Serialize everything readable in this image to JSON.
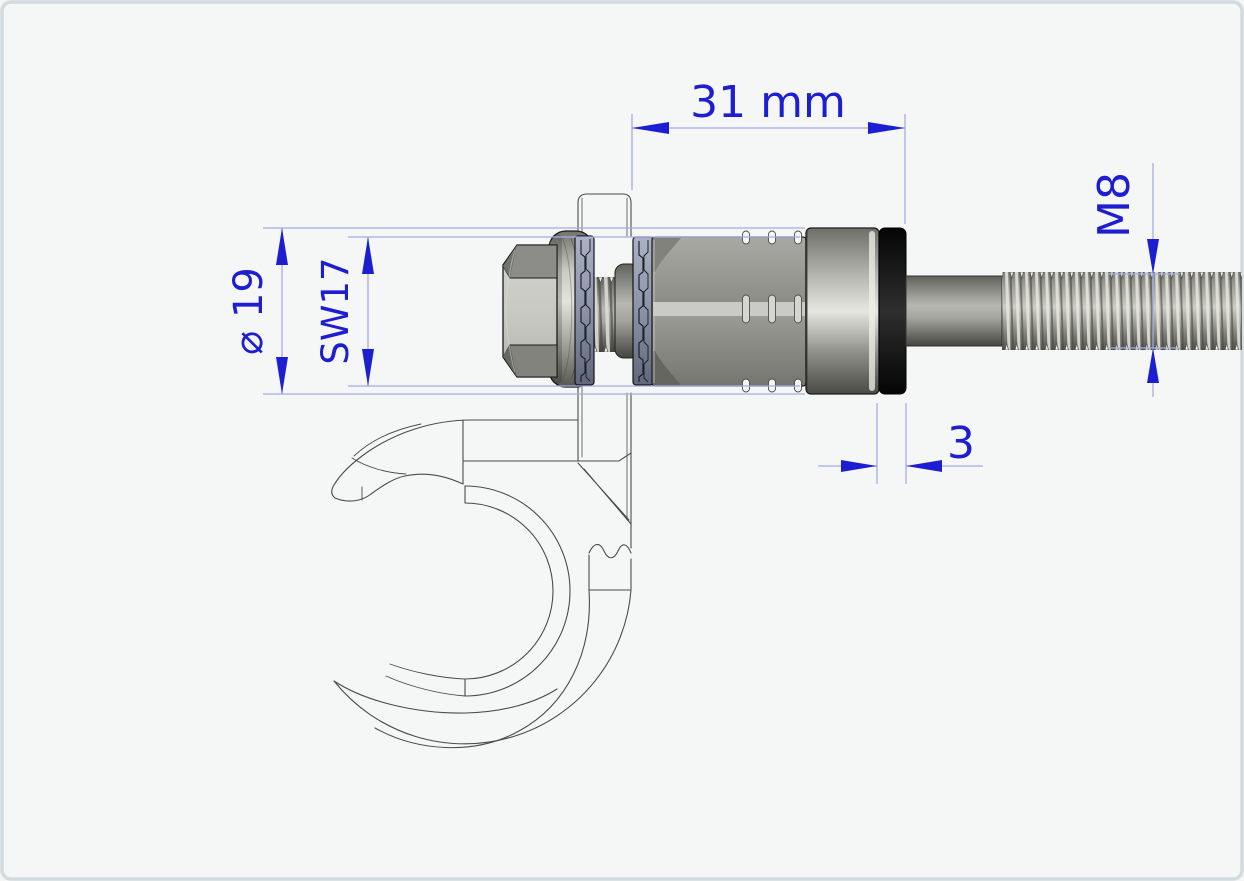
{
  "drawing": {
    "type": "cad-technical-drawing",
    "dimensions": {
      "length": {
        "value": "31 mm"
      },
      "diameter": {
        "value": "⌀ 19"
      },
      "hex_width": {
        "value": "SW17"
      },
      "thread": {
        "value": "M8"
      },
      "ring_width": {
        "value": "3"
      }
    },
    "colors": {
      "background": "#f5f6f6",
      "frame_border": "#d2dbdf",
      "dimension_text": "#1d1dd2",
      "dimension_line": "#a6abe6",
      "wireframe_outline": "#4b4b4b",
      "serrated_washer": "#98a1b6",
      "black_ring": "#141414",
      "metal_light": "#c9c9c3",
      "metal_dark": "#6b6b65"
    }
  }
}
